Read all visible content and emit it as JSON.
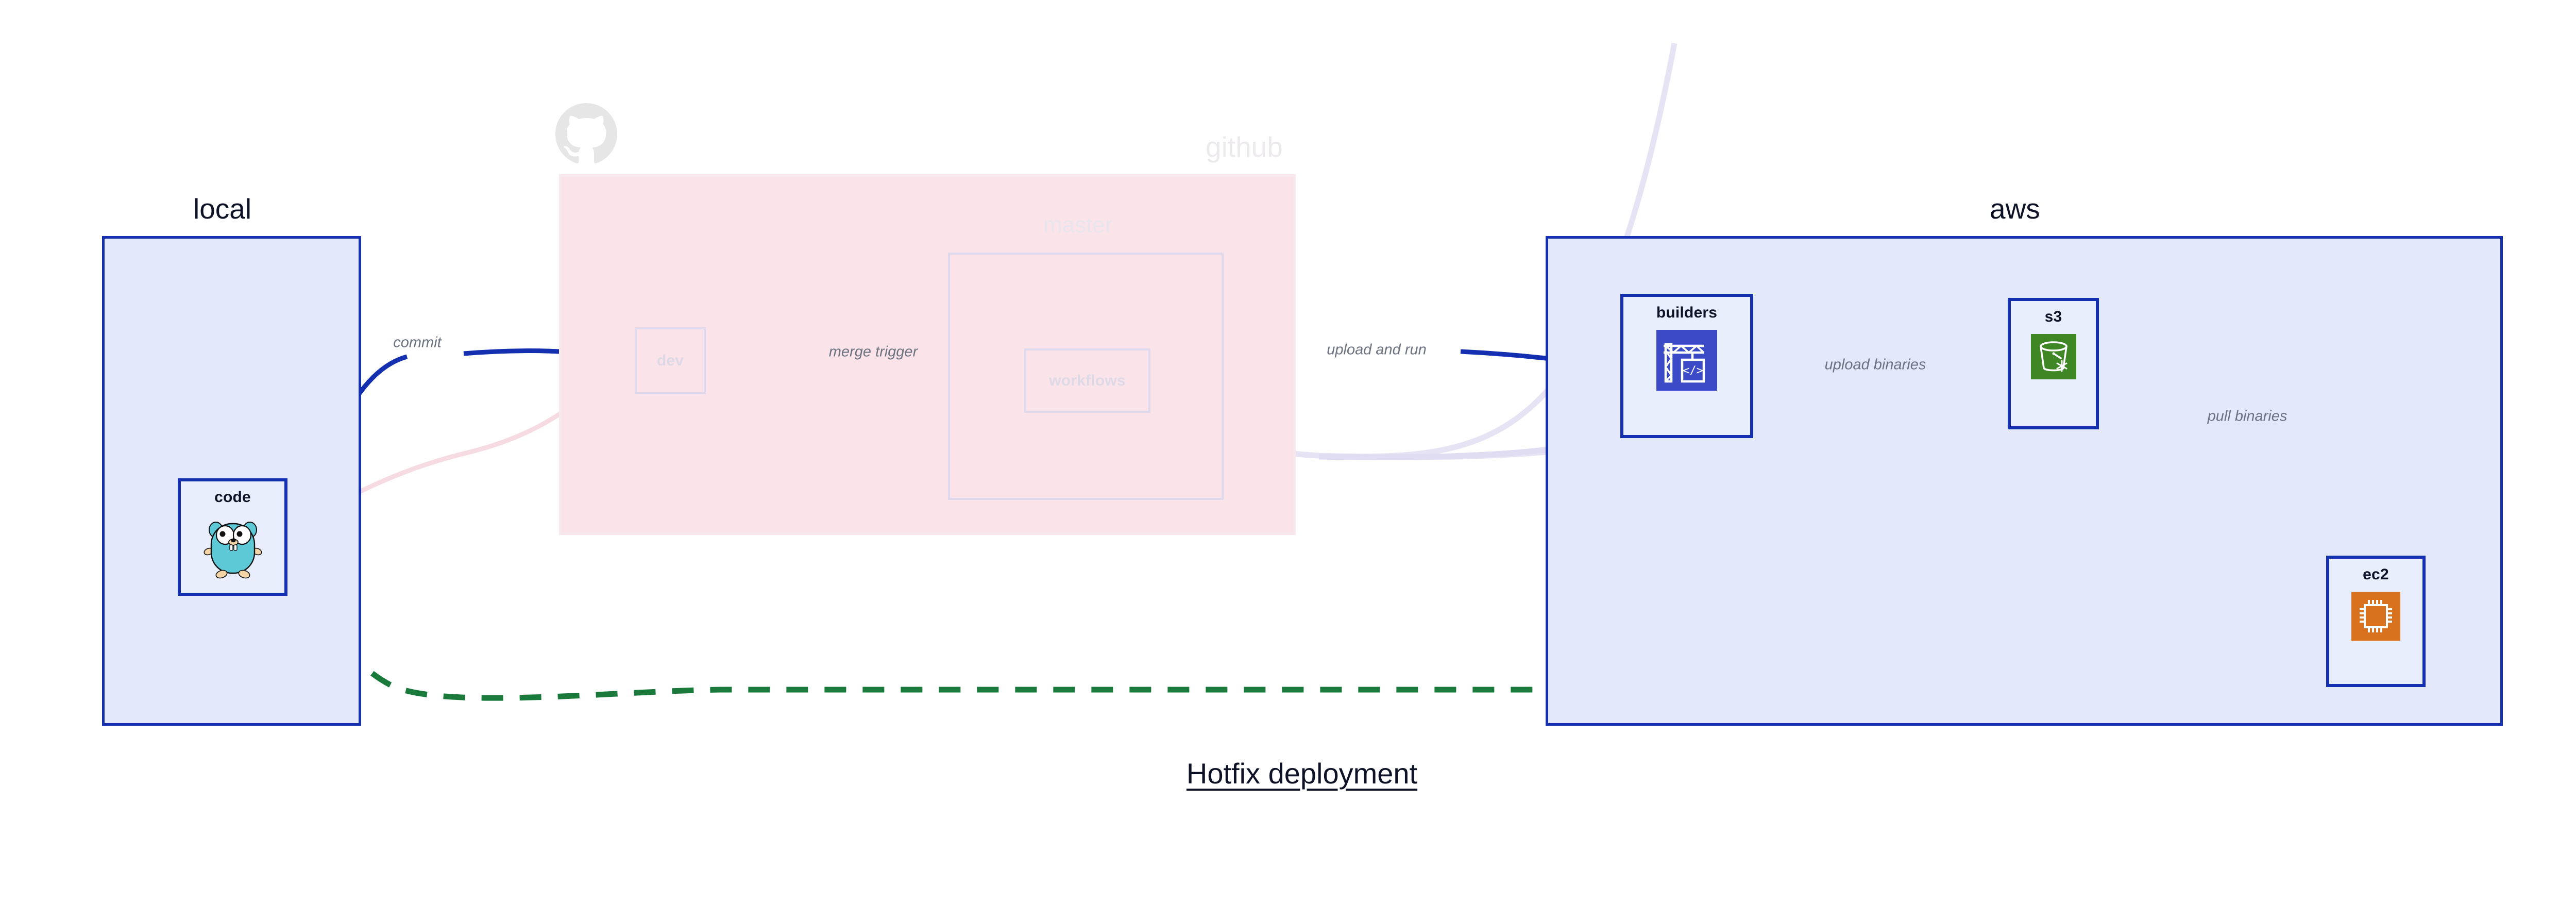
{
  "title": "Hotfix deployment",
  "colors": {
    "aws_border": "#1430b0",
    "aws_fill": "#e3e8fb",
    "local_border": "#1430b0",
    "local_fill": "#e3e8fb",
    "github_fill": "#fae4e9",
    "node_fill": "#e9eefc",
    "arrow_blue": "#1430b0",
    "arrow_green": "#1a7a3c",
    "ghost_arrow": "#ded9ec",
    "ghost_arrow_pink": "#f8dde3",
    "label_gray": "#6b7280",
    "muted_text": "#eceaed",
    "s3_icon_bg": "#3f8624",
    "ec2_icon_bg": "#d9721e",
    "builders_icon_bg": "#3b4bc8",
    "gopher_body": "#5dc9d6",
    "octocat": "#e6e6e6"
  },
  "groups": [
    {
      "id": "local",
      "label": "local",
      "style": "solid"
    },
    {
      "id": "github",
      "label": "github",
      "style": "faded"
    },
    {
      "id": "master",
      "label": "master",
      "style": "ghost"
    },
    {
      "id": "aws",
      "label": "aws",
      "style": "solid"
    }
  ],
  "nodes": [
    {
      "id": "code",
      "label": "code",
      "icon": "go-gopher-icon",
      "group": "local",
      "style": "solid"
    },
    {
      "id": "dev",
      "label": "dev",
      "icon": "none",
      "group": "github",
      "style": "faded"
    },
    {
      "id": "workflows",
      "label": "workflows",
      "icon": "none",
      "group": "master",
      "style": "faded"
    },
    {
      "id": "builders",
      "label": "builders",
      "icon": "aws-codebuild-icon",
      "group": "aws",
      "style": "solid"
    },
    {
      "id": "s3",
      "label": "s3",
      "icon": "aws-s3-glacier-icon",
      "group": "aws",
      "style": "solid"
    },
    {
      "id": "ec2",
      "label": "ec2",
      "icon": "aws-ec2-chip-icon",
      "group": "aws",
      "style": "solid"
    }
  ],
  "edges": [
    {
      "id": "commit",
      "label": "commit",
      "from": "code",
      "to": "dev",
      "style": "solid-blue"
    },
    {
      "id": "merge-trigger",
      "label": "merge trigger",
      "from": "dev",
      "to": "workflows",
      "style": "solid-blue"
    },
    {
      "id": "upload-and-run",
      "label": "upload and run",
      "from": "workflows",
      "to": "builders",
      "style": "solid-blue"
    },
    {
      "id": "upload-binaries",
      "label": "upload binaries",
      "from": "builders",
      "to": "s3",
      "style": "solid-blue"
    },
    {
      "id": "pull-binaries",
      "label": "pull binaries",
      "from": "s3",
      "to": "ec2",
      "style": "solid-blue"
    },
    {
      "id": "hotfix",
      "label": "",
      "from": "code",
      "to": "ec2",
      "style": "dashed-green"
    },
    {
      "id": "ghost-1",
      "label": "",
      "from": "code",
      "to": "dev",
      "style": "ghost-pink"
    },
    {
      "id": "ghost-2",
      "label": "",
      "from": "dev",
      "to": "workflows",
      "style": "ghost-lavender"
    },
    {
      "id": "ghost-3",
      "label": "",
      "from": "workflows",
      "to": "builders",
      "style": "ghost-lavender"
    }
  ],
  "github_logo": "github-octocat-icon"
}
